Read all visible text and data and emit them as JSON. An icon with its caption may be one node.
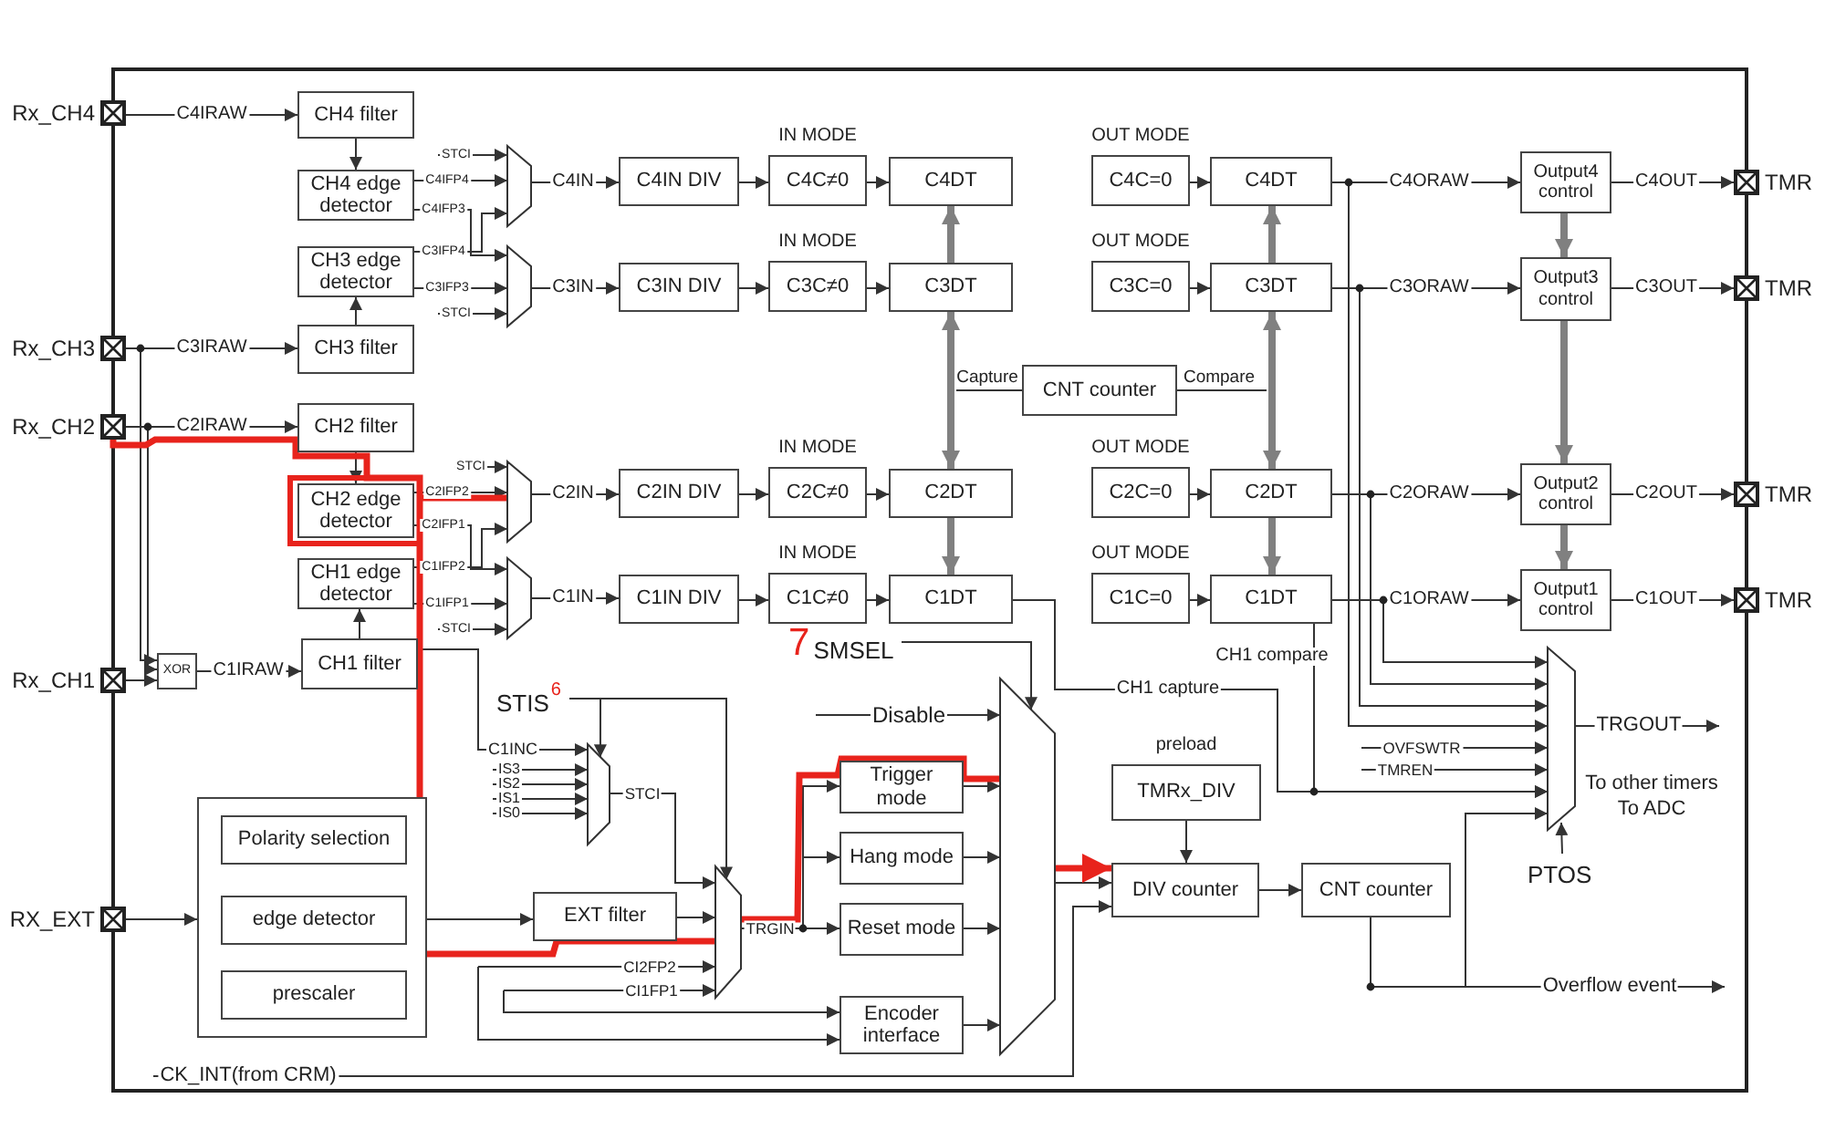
{
  "diagram": {
    "nodes": [
      {
        "text": [
          "Rx_CH4"
        ]
      },
      {
        "text": [
          "Rx_CH3"
        ]
      },
      {
        "text": [
          "Rx_CH2"
        ]
      },
      {
        "text": [
          "Rx_CH1"
        ]
      },
      {
        "text": [
          "RX_EXT"
        ]
      },
      {
        "text": [
          "CH4 filter"
        ]
      },
      {
        "text": [
          "CH4 edge detector"
        ]
      },
      {
        "text": [
          "CH3 edge detector"
        ]
      },
      {
        "text": [
          "CH3 filter"
        ]
      },
      {
        "text": [
          "CH2 filter"
        ]
      },
      {
        "text": [
          "CH2 edge detector"
        ]
      },
      {
        "text": [
          "CH1 edge detector"
        ]
      },
      {
        "text": [
          "CH1 filter"
        ]
      },
      {
        "text": [
          "XOR"
        ]
      },
      {
        "text": [],
        "shape": "trapezoid"
      },
      {
        "text": [],
        "shape": "trapezoid"
      },
      {
        "text": [],
        "shape": "trapezoid"
      },
      {
        "text": [],
        "shape": "trapezoid"
      },
      {
        "text": [
          "C4IN DIV"
        ]
      },
      {
        "text": [
          "IN MODE",
          "C4C≠0"
        ]
      },
      {
        "text": [
          "C4DT"
        ]
      },
      {
        "text": [
          "C3IN DIV"
        ]
      },
      {
        "text": [
          "IN MODE",
          "C3C≠0"
        ]
      },
      {
        "text": [
          "C3DT"
        ]
      },
      {
        "text": [
          "C2IN DIV"
        ]
      },
      {
        "text": [
          "IN MODE",
          "C2C≠0"
        ]
      },
      {
        "text": [
          "C2DT"
        ]
      },
      {
        "text": [
          "C1IN DIV"
        ]
      },
      {
        "text": [
          "IN MODE",
          "C1C≠0"
        ]
      },
      {
        "text": [
          "C1DT"
        ]
      },
      {
        "text": [
          "OUT MODE",
          "C4C=0"
        ]
      },
      {
        "text": [
          "C4DT"
        ]
      },
      {
        "text": [
          "OUT MODE",
          "C3C=0"
        ]
      },
      {
        "text": [
          "C3DT"
        ]
      },
      {
        "text": [
          "OUT MODE",
          "C2C=0"
        ]
      },
      {
        "text": [
          "C2DT"
        ]
      },
      {
        "text": [
          "OUT MODE",
          "C1C=0"
        ]
      },
      {
        "text": [
          "C1DT"
        ]
      },
      {
        "text": [
          "CNT counter"
        ]
      },
      {
        "text": [
          "Output4 control"
        ]
      },
      {
        "text": [
          "Output3 control"
        ]
      },
      {
        "text": [
          "Output2 control"
        ]
      },
      {
        "text": [
          "Output1 control"
        ]
      },
      {
        "text": [
          "TMR"
        ]
      },
      {
        "text": [
          "TMR"
        ]
      },
      {
        "text": [
          "TMR"
        ]
      },
      {
        "text": [
          "TMR"
        ]
      },
      {
        "text": [],
        "shape": "box"
      },
      {
        "text": [
          "Polarity selection"
        ],
        "in": 47
      },
      {
        "text": [
          "edge detector"
        ],
        "in": 47
      },
      {
        "text": [
          "prescaler"
        ],
        "in": 47
      },
      {
        "text": [],
        "shape": "trapezoid"
      },
      {
        "text": [
          "EXT filter"
        ]
      },
      {
        "text": [],
        "shape": "trapezoid"
      },
      {
        "text": [
          "Trigger mode"
        ]
      },
      {
        "text": [
          "Hang mode"
        ]
      },
      {
        "text": [
          "Reset mode"
        ]
      },
      {
        "text": [
          "Encoder interface"
        ]
      },
      {
        "text": [],
        "shape": "trapezoid"
      },
      {
        "text": [
          "preload",
          "TMRx_DIV"
        ]
      },
      {
        "text": [
          "DIV counter"
        ]
      },
      {
        "text": [
          "CNT counter"
        ]
      },
      {
        "text": [],
        "shape": "trapezoid"
      },
      {
        "text": [
          "PTOS"
        ]
      },
      {
        "text": [
          "7",
          "SMSEL"
        ]
      },
      {
        "text": [
          "STIS",
          "6"
        ]
      }
    ],
    "edges": [
      {
        "from": 0,
        "to": 5,
        "arrow": "to",
        "label": "C4IRAW"
      },
      {
        "from": 1,
        "to": 8,
        "arrow": "to",
        "label": "C3IRAW"
      },
      {
        "from": 2,
        "to": 9,
        "arrow": "to",
        "label": "C2IRAW"
      },
      {
        "from": 13,
        "to": 12,
        "arrow": "to",
        "label": "C1IRAW"
      },
      {
        "from": 1,
        "to": 13,
        "arrow": "to"
      },
      {
        "from": 2,
        "to": 13,
        "arrow": "to"
      },
      {
        "from": 3,
        "to": 13,
        "arrow": "to"
      },
      {
        "from": 5,
        "to": 6,
        "arrow": "to"
      },
      {
        "from": 8,
        "to": 7,
        "arrow": "to"
      },
      {
        "from": 9,
        "to": 10,
        "arrow": "to"
      },
      {
        "from": 12,
        "to": 11,
        "arrow": "to"
      },
      {
        "from": null,
        "to": 14,
        "arrow": "to",
        "label": "STCI"
      },
      {
        "from": 6,
        "to": 14,
        "arrow": "to",
        "label": "C4IFP4"
      },
      {
        "from": 6,
        "to": 15,
        "arrow": "to",
        "label": "C4IFP3"
      },
      {
        "from": 7,
        "to": 14,
        "arrow": "to",
        "label": "C3IFP4"
      },
      {
        "from": 7,
        "to": 15,
        "arrow": "to",
        "label": "C3IFP3"
      },
      {
        "from": null,
        "to": 15,
        "arrow": "to",
        "label": "STCI"
      },
      {
        "from": null,
        "to": 16,
        "arrow": "to",
        "label": "STCI"
      },
      {
        "from": 10,
        "to": 16,
        "arrow": "to",
        "label": "C2IFP2"
      },
      {
        "from": 10,
        "to": 17,
        "arrow": "to",
        "label": "C2IFP1"
      },
      {
        "from": 11,
        "to": 16,
        "arrow": "to",
        "label": "C1IFP2"
      },
      {
        "from": 11,
        "to": 17,
        "arrow": "to",
        "label": "C1IFP1"
      },
      {
        "from": null,
        "to": 17,
        "arrow": "to",
        "label": "STCI"
      },
      {
        "from": 14,
        "to": 18,
        "arrow": "to",
        "label": "C4IN"
      },
      {
        "from": 15,
        "to": 21,
        "arrow": "to",
        "label": "C3IN"
      },
      {
        "from": 16,
        "to": 24,
        "arrow": "to",
        "label": "C2IN"
      },
      {
        "from": 17,
        "to": 27,
        "arrow": "to",
        "label": "C1IN"
      },
      {
        "from": 18,
        "to": 19,
        "arrow": "to"
      },
      {
        "from": 19,
        "to": 20,
        "arrow": "to"
      },
      {
        "from": 21,
        "to": 22,
        "arrow": "to"
      },
      {
        "from": 22,
        "to": 23,
        "arrow": "to"
      },
      {
        "from": 24,
        "to": 25,
        "arrow": "to"
      },
      {
        "from": 25,
        "to": 26,
        "arrow": "to"
      },
      {
        "from": 27,
        "to": 28,
        "arrow": "to"
      },
      {
        "from": 28,
        "to": 29,
        "arrow": "to"
      },
      {
        "from": 23,
        "to": 20,
        "arrow": "to",
        "style": "thick",
        "color": "#808080"
      },
      {
        "from": 23,
        "to": 26,
        "arrow": "both",
        "style": "thick",
        "color": "#808080"
      },
      {
        "from": 26,
        "to": 29,
        "arrow": "to",
        "style": "thick",
        "color": "#808080"
      },
      {
        "from": 33,
        "to": 31,
        "arrow": "to",
        "style": "thick",
        "color": "#808080"
      },
      {
        "from": 33,
        "to": 35,
        "arrow": "both",
        "style": "thick",
        "color": "#808080"
      },
      {
        "from": 35,
        "to": 37,
        "arrow": "to",
        "style": "thick",
        "color": "#808080"
      },
      {
        "from": 38,
        "to": null,
        "arrow": "none",
        "label": "Capture"
      },
      {
        "from": 38,
        "to": null,
        "arrow": "none",
        "label": "Compare"
      },
      {
        "from": 30,
        "to": 31,
        "arrow": "to"
      },
      {
        "from": 32,
        "to": 33,
        "arrow": "to"
      },
      {
        "from": 34,
        "to": 35,
        "arrow": "to"
      },
      {
        "from": 36,
        "to": 37,
        "arrow": "to"
      },
      {
        "from": 31,
        "to": 39,
        "arrow": "to",
        "label": "C4ORAW"
      },
      {
        "from": 33,
        "to": 40,
        "arrow": "to",
        "label": "C3ORAW"
      },
      {
        "from": 35,
        "to": 41,
        "arrow": "to",
        "label": "C2ORAW"
      },
      {
        "from": 37,
        "to": 42,
        "arrow": "to",
        "label": "C1ORAW"
      },
      {
        "from": 39,
        "to": 43,
        "arrow": "to",
        "label": "C4OUT"
      },
      {
        "from": 40,
        "to": 44,
        "arrow": "to",
        "label": "C3OUT"
      },
      {
        "from": 41,
        "to": 45,
        "arrow": "to",
        "label": "C2OUT"
      },
      {
        "from": 42,
        "to": 46,
        "arrow": "to",
        "label": "C1OUT"
      },
      {
        "from": 39,
        "to": 40,
        "arrow": "to",
        "style": "thick",
        "color": "#808080"
      },
      {
        "from": 40,
        "to": 41,
        "arrow": "to",
        "style": "thick",
        "color": "#808080"
      },
      {
        "from": 41,
        "to": 42,
        "arrow": "to",
        "style": "thick",
        "color": "#808080"
      },
      {
        "from": 37,
        "to": 62,
        "arrow": "to"
      },
      {
        "from": 35,
        "to": 62,
        "arrow": "to"
      },
      {
        "from": 33,
        "to": 62,
        "arrow": "to"
      },
      {
        "from": 31,
        "to": 62,
        "arrow": "to"
      },
      {
        "from": null,
        "to": 62,
        "arrow": "to",
        "label": "OVFSWTR"
      },
      {
        "from": null,
        "to": 62,
        "arrow": "to",
        "label": "TMREN"
      },
      {
        "from": 29,
        "to": 62,
        "arrow": "to",
        "label": "CH1 capture"
      },
      {
        "from": 37,
        "to": 62,
        "arrow": "to",
        "label": "CH1 compare"
      },
      {
        "from": 61,
        "to": null,
        "arrow": "to",
        "label": "Overflow event"
      },
      {
        "from": 61,
        "to": 62,
        "arrow": "to"
      },
      {
        "from": 62,
        "to": null,
        "arrow": "to",
        "label": "TRGOUT"
      },
      {
        "from": 63,
        "to": 62,
        "arrow": "to"
      },
      {
        "from": 64,
        "to": 58,
        "arrow": "to"
      },
      {
        "from": null,
        "to": 58,
        "arrow": "to",
        "label": "Disable"
      },
      {
        "from": 65,
        "to": 51,
        "arrow": "to"
      },
      {
        "from": 65,
        "to": 53,
        "arrow": "to"
      },
      {
        "from": 12,
        "to": 51,
        "arrow": "to",
        "label": "C1INC"
      },
      {
        "from": null,
        "to": 51,
        "arrow": "to",
        "label": "IS3"
      },
      {
        "from": null,
        "to": 51,
        "arrow": "to",
        "label": "IS2"
      },
      {
        "from": null,
        "to": 51,
        "arrow": "to",
        "label": "IS1"
      },
      {
        "from": null,
        "to": 51,
        "arrow": "to",
        "label": "IS0"
      },
      {
        "from": 51,
        "to": 53,
        "arrow": "to",
        "label": "STCI"
      },
      {
        "from": 4,
        "to": 47,
        "arrow": "to"
      },
      {
        "from": 47,
        "to": 52,
        "arrow": "to"
      },
      {
        "from": 52,
        "to": 53,
        "arrow": "to"
      },
      {
        "from": null,
        "to": 53,
        "arrow": "to",
        "label": "CI2FP2"
      },
      {
        "from": null,
        "to": 53,
        "arrow": "to",
        "label": "CI1FP1"
      },
      {
        "from": null,
        "to": 57,
        "arrow": "to"
      },
      {
        "from": null,
        "to": 57,
        "arrow": "to"
      },
      {
        "from": 53,
        "to": 54,
        "arrow": "to"
      },
      {
        "from": 53,
        "to": 55,
        "arrow": "to"
      },
      {
        "from": 53,
        "to": 56,
        "arrow": "to",
        "label": "TRGIN"
      },
      {
        "from": 54,
        "to": 58,
        "arrow": "to"
      },
      {
        "from": 55,
        "to": 58,
        "arrow": "to"
      },
      {
        "from": 56,
        "to": 58,
        "arrow": "to"
      },
      {
        "from": 57,
        "to": 58,
        "arrow": "to"
      },
      {
        "from": 58,
        "to": 60,
        "arrow": "to"
      },
      {
        "from": null,
        "to": 60,
        "arrow": "to",
        "label": "CK_INT(from CRM)"
      },
      {
        "from": 59,
        "to": 60,
        "arrow": "to"
      },
      {
        "from": 60,
        "to": 61,
        "arrow": "to"
      },
      {
        "from": 2,
        "to": 53,
        "arrow": "none",
        "style": "thick",
        "color": "#e8231c"
      },
      {
        "from": 53,
        "to": 58,
        "arrow": "none",
        "style": "thick",
        "color": "#e8231c"
      },
      {
        "from": 58,
        "to": 60,
        "arrow": "to",
        "style": "thick",
        "color": "#e8231c"
      }
    ],
    "labels": [
      "To other timers",
      "To ADC"
    ]
  }
}
